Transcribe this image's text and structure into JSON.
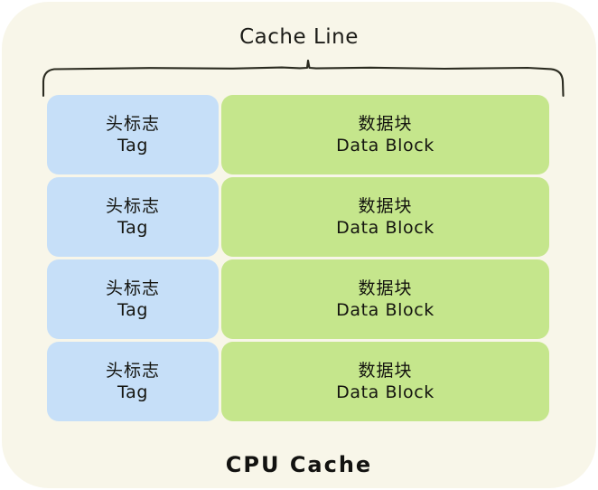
{
  "diagram": {
    "title": "Cache Line",
    "bottom_caption": "CPU Cache",
    "colors": {
      "background": "#ffffff",
      "card": "#f8f6e9",
      "tag_cell": "#c6dff8",
      "data_cell": "#c5e68c",
      "text": "#14140f",
      "brace_stroke": "#2b2b20"
    },
    "columns": [
      {
        "key": "tag",
        "cn": "头标志",
        "en": "Tag"
      },
      {
        "key": "data",
        "cn": "数据块",
        "en": "Data Block"
      }
    ],
    "rows": [
      {
        "tag_cn": "头标志",
        "tag_en": "Tag",
        "data_cn": "数据块",
        "data_en": "Data Block"
      },
      {
        "tag_cn": "头标志",
        "tag_en": "Tag",
        "data_cn": "数据块",
        "data_en": "Data Block"
      },
      {
        "tag_cn": "头标志",
        "tag_en": "Tag",
        "data_cn": "数据块",
        "data_en": "Data Block"
      },
      {
        "tag_cn": "头标志",
        "tag_en": "Tag",
        "data_cn": "数据块",
        "data_en": "Data Block"
      }
    ]
  }
}
